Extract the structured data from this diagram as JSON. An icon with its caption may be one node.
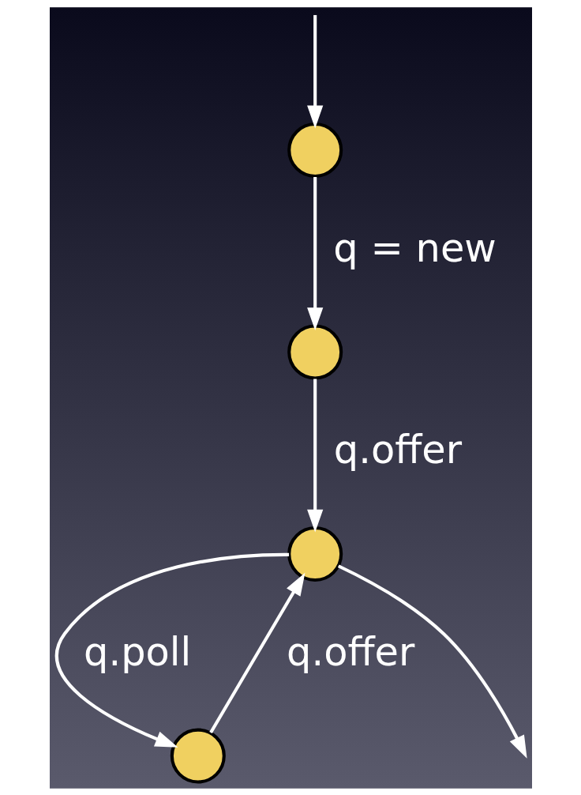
{
  "diagram": {
    "nodes": [
      {
        "text": [],
        "shape": "circle"
      },
      {
        "text": [],
        "shape": "circle"
      },
      {
        "text": [],
        "shape": "circle"
      },
      {
        "text": [],
        "shape": "circle"
      }
    ],
    "edges": [
      {
        "from": null,
        "to": 0,
        "arrow": "to"
      },
      {
        "from": 0,
        "to": 1,
        "arrow": "to",
        "label": "q = new"
      },
      {
        "from": 1,
        "to": 2,
        "arrow": "to",
        "label": "q.offer"
      },
      {
        "from": 2,
        "to": 3,
        "arrow": "to",
        "label": "q.poll"
      },
      {
        "from": 3,
        "to": 2,
        "arrow": "to",
        "label": "q.offer"
      },
      {
        "from": 2,
        "to": null,
        "arrow": "to"
      }
    ]
  }
}
